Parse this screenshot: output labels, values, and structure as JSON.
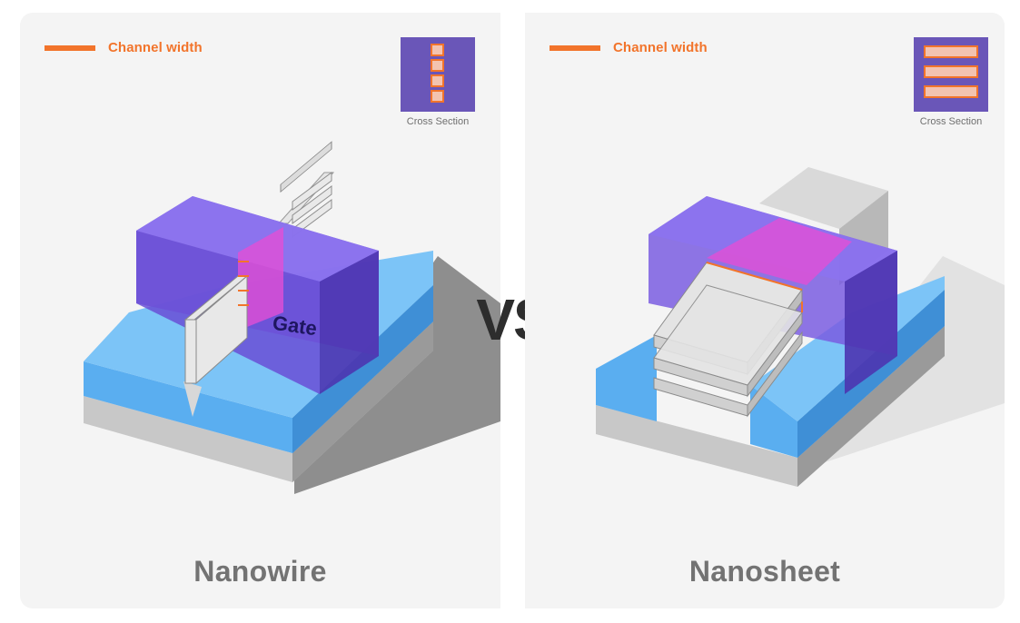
{
  "left_panel": {
    "legend_label": "Channel width",
    "cross_section_caption": "Cross Section",
    "gate_label": "Gate",
    "title": "Nanowire"
  },
  "right_panel": {
    "legend_label": "Channel width",
    "cross_section_caption": "Cross Section",
    "title": "Nanosheet"
  },
  "vs_label": "VS",
  "colors": {
    "accent_orange": "#f2742b",
    "gate_purple": "#6a56b8",
    "source_drain_blue": "#5aaef0",
    "substrate_gray": "#c9c9c9",
    "channel_magenta": "#e24fd6"
  },
  "icons": [
    "channel-width-legend-icon",
    "cross-section-icon",
    "nanowire-device-icon",
    "nanosheet-device-icon"
  ]
}
